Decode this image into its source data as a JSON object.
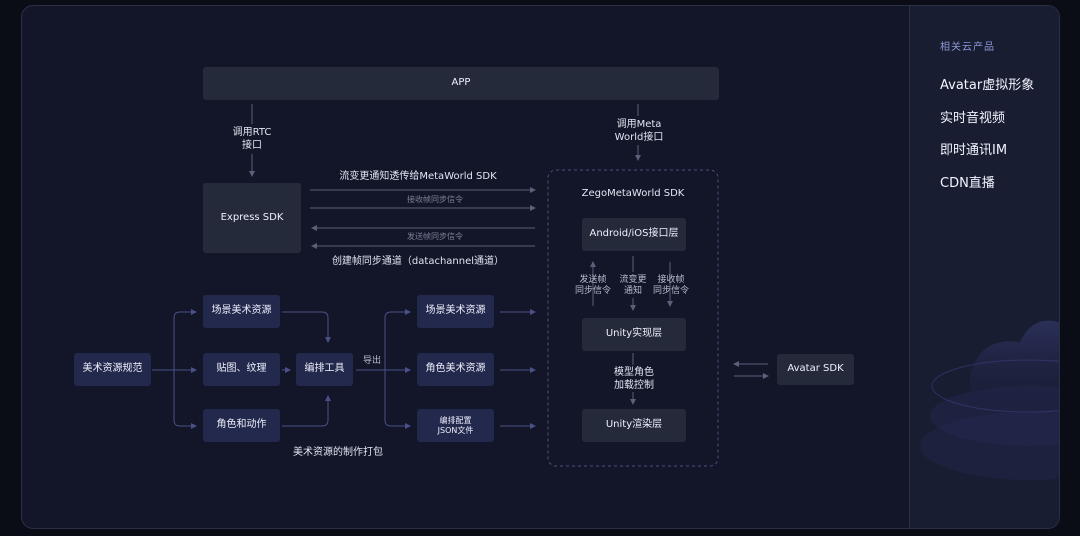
{
  "diagram": {
    "app": "APP",
    "rtc_call": "调用RTC\n接口",
    "meta_call": "调用Meta\nWorld接口",
    "express_sdk": "Express SDK",
    "msg_stream_notify": "流变更通知透传给MetaWorld SDK",
    "msg_recv_sync": "接收帧同步信令",
    "msg_send_sync": "发送帧同步信令",
    "msg_create_channel": "创建帧同步通道（datachannel通道）",
    "zego_title": "ZegoMetaWorld SDK",
    "platform_layer": "Android/iOS接口层",
    "sub_send": "发送帧\n同步信令",
    "sub_notify": "流变更\n通知",
    "sub_recv": "接收帧\n同步信令",
    "unity_impl": "Unity实现层",
    "model_ctrl": "模型角色\n加载控制",
    "unity_render": "Unity渲染层",
    "avatar_sdk": "Avatar SDK",
    "art_spec": "美术资源规范",
    "scene_art_src": "场景美术资源",
    "texture": "贴图、纹理",
    "character_motion": "角色和动作",
    "edit_tool": "编排工具",
    "export": "导出",
    "scene_art_out": "场景美术资源",
    "char_art_out": "角色美术资源",
    "config_json": "编排配置\nJSON文件",
    "packaging": "美术资源的制作打包"
  },
  "sidebar": {
    "title": "相关云产品",
    "items": [
      "Avatar虚拟形象",
      "实时音视频",
      "即时通讯IM",
      "CDN直播"
    ]
  }
}
